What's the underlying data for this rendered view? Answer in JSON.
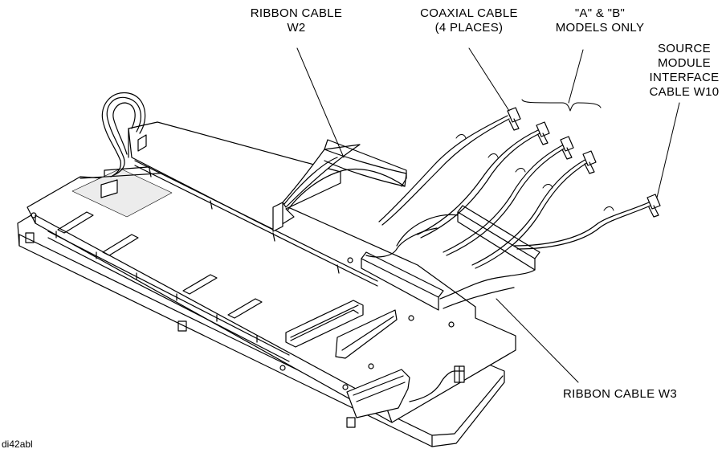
{
  "callouts": {
    "ribbon_w2": {
      "lines": [
        "RIBBON CABLE",
        "W2"
      ]
    },
    "coax": {
      "lines": [
        "COAXIAL CABLE",
        "(4 PLACES)"
      ]
    },
    "ab_models": {
      "lines": [
        "\"A\" & \"B\"",
        "MODELS ONLY"
      ]
    },
    "source_module": {
      "lines": [
        "SOURCE",
        "MODULE",
        "INTERFACE",
        "CABLE W10"
      ]
    },
    "ribbon_w3": {
      "lines": [
        "RIBBON CABLE W3"
      ]
    }
  },
  "figure_id": "di42abl",
  "colors": {
    "ink": "#000000",
    "paper": "#ffffff",
    "screen": "#e9e9e9"
  }
}
